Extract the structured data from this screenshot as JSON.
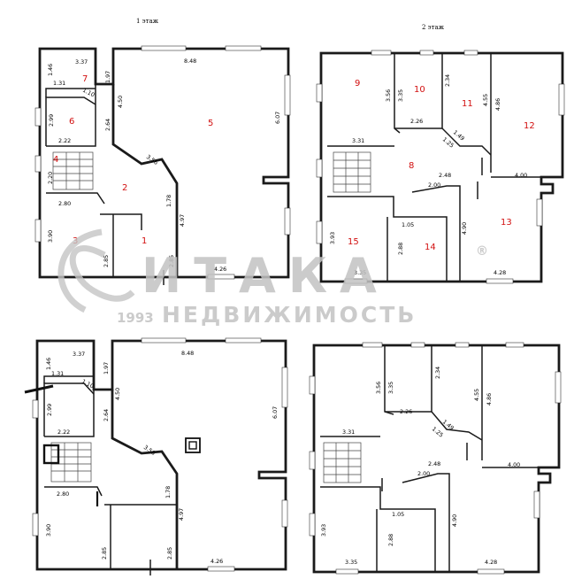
{
  "titles": {
    "floor1": "1 этаж",
    "floor2": "2 этаж"
  },
  "watermark": {
    "brand": "ИТАКА",
    "year": "1993",
    "subtitle": "НЕДВИЖИМОСТЬ",
    "reg": "®"
  },
  "floor1_numbered": {
    "rooms": [
      "1",
      "2",
      "3",
      "4",
      "5",
      "6",
      "7"
    ],
    "dims": [
      "3.37",
      "1.46",
      "1.31",
      "1.97",
      "1.10",
      "2.99",
      "2.22",
      "2.64",
      "4.50",
      "8.48",
      "6.07",
      "3.56",
      "2.20",
      "2.80",
      "1.78",
      "3.90",
      "2.85",
      "2.85",
      "4.97",
      "4.26"
    ]
  },
  "floor1_plain": {
    "dims": [
      "3.37",
      "1.46",
      "1.31",
      "1.97",
      "1.10",
      "2.99",
      "2.22",
      "2.64",
      "4.50",
      "8.48",
      "6.07",
      "3.56",
      "2.80",
      "1.78",
      "3.90",
      "2.85",
      "2.85",
      "4.97",
      "4.26"
    ]
  },
  "floor2_numbered": {
    "rooms": [
      "9",
      "10",
      "11",
      "12",
      "8",
      "13",
      "14",
      "15"
    ],
    "dims": [
      "3.56",
      "3.35",
      "2.34",
      "4.55",
      "4.86",
      "2.26",
      "1.49",
      "1.25",
      "3.31",
      "2.48",
      "4.00",
      "2.00",
      "1.05",
      "3.93",
      "2.88",
      "4.90",
      "3.35",
      "4.28"
    ]
  },
  "floor2_plain": {
    "dims": [
      "3.56",
      "3.35",
      "2.34",
      "4.55",
      "4.86",
      "2.26",
      "1.49",
      "1.25",
      "3.31",
      "2.48",
      "4.00",
      "2.00",
      "1.05",
      "3.93",
      "2.88",
      "4.90",
      "3.35",
      "4.28"
    ]
  }
}
